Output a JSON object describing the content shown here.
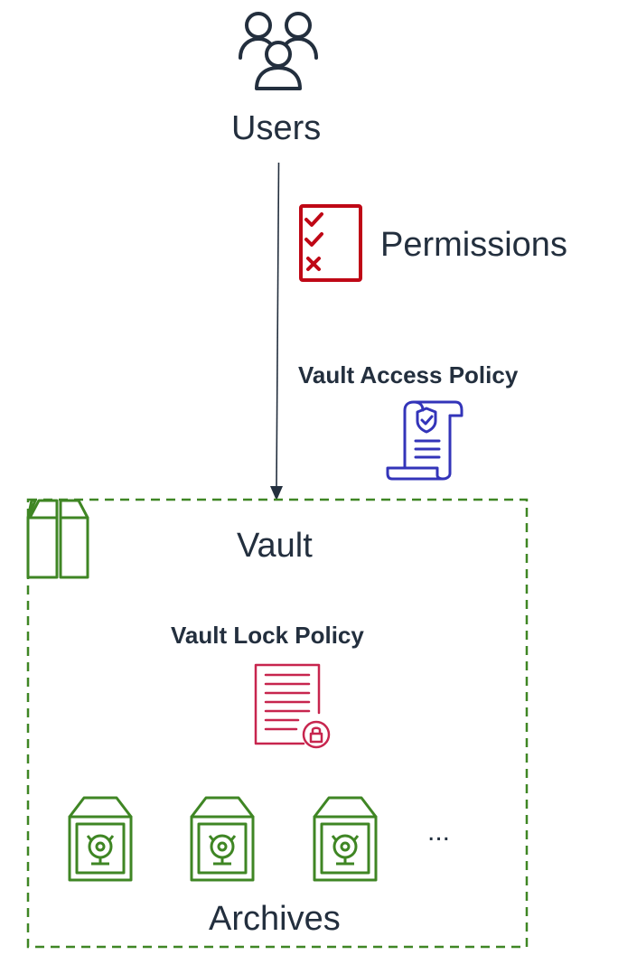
{
  "users": {
    "label": "Users",
    "icon": "users-icon"
  },
  "permissions": {
    "label": "Permissions",
    "icon": "checklist-icon",
    "color": "#bf0816"
  },
  "vault_access_policy": {
    "label": "Vault Access Policy",
    "icon": "policy-scroll-icon",
    "color": "#3334b9"
  },
  "vault": {
    "label": "Vault",
    "icon": "glacier-vault-icon",
    "border_color": "#3f8624",
    "lock_policy": {
      "label": "Vault Lock Policy",
      "icon": "locked-document-icon",
      "color": "#c7254e"
    },
    "archives": {
      "label": "Archives",
      "icon": "archive-icon",
      "ellipsis": "..."
    }
  }
}
